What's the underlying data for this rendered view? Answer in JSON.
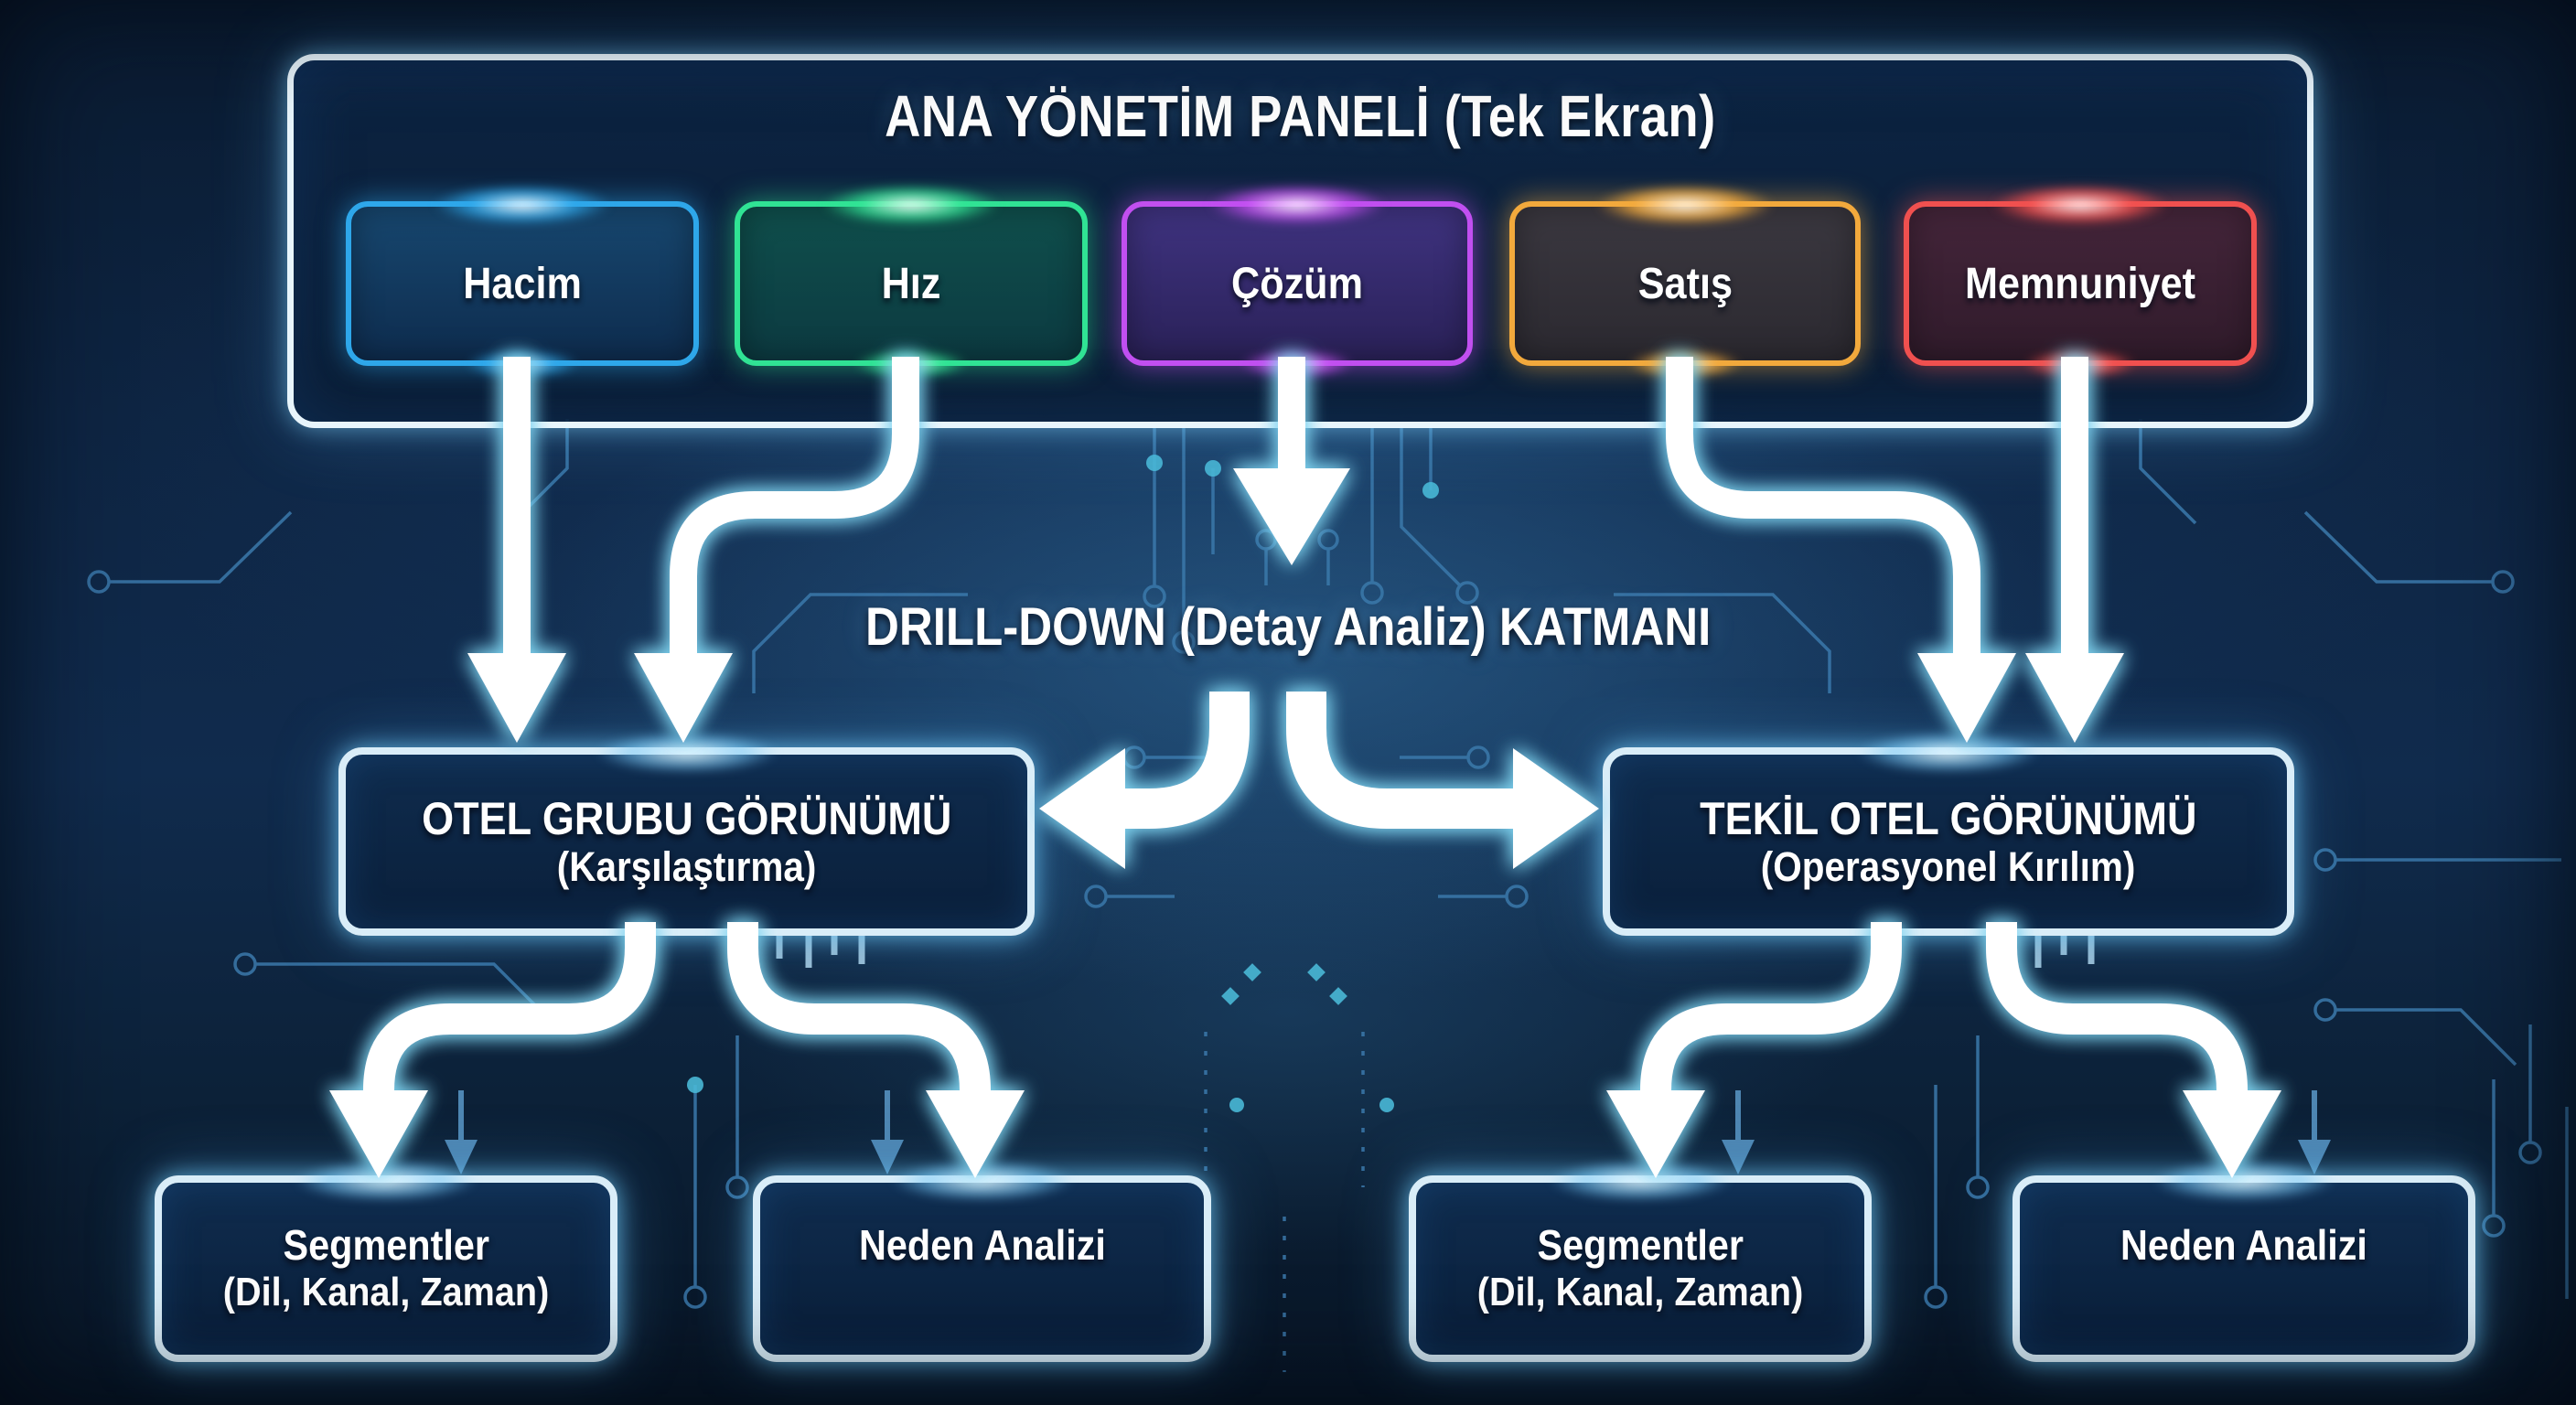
{
  "panel": {
    "title": "ANA YÖNETİM PANELİ (Tek Ekran)",
    "metrics": [
      {
        "label": "Hacim",
        "color": "#2ea7ea"
      },
      {
        "label": "Hız",
        "color": "#30e394"
      },
      {
        "label": "Çözüm",
        "color": "#c14ff0"
      },
      {
        "label": "Satış",
        "color": "#f2a93c"
      },
      {
        "label": "Memnuniyet",
        "color": "#f0504f"
      }
    ]
  },
  "drilldown": {
    "label": "DRILL-DOWN (Detay Analiz) KATMANI"
  },
  "views": {
    "group": {
      "title": "OTEL GRUBU GÖRÜNÜMÜ",
      "subtitle": "(Karşılaştırma)"
    },
    "single": {
      "title": "TEKİL OTEL GÖRÜNÜMÜ",
      "subtitle": "(Operasyonel Kırılım)"
    }
  },
  "leaves": [
    {
      "title": "Segmentler",
      "subtitle": "(Dil, Kanal, Zaman)"
    },
    {
      "title": "Neden Analizi",
      "subtitle": ""
    },
    {
      "title": "Segmentler",
      "subtitle": "(Dil, Kanal, Zaman)"
    },
    {
      "title": "Neden Analizi",
      "subtitle": ""
    }
  ],
  "theme": {
    "background": "#0e2543",
    "container_border": "#e8f5fc",
    "box_border": "#d9edf8",
    "arrow": "#ffffff",
    "arrow_glow": "#7fd4f0",
    "circuit_trace": "#3b79ab",
    "circuit_dot": "#49b8d6"
  }
}
